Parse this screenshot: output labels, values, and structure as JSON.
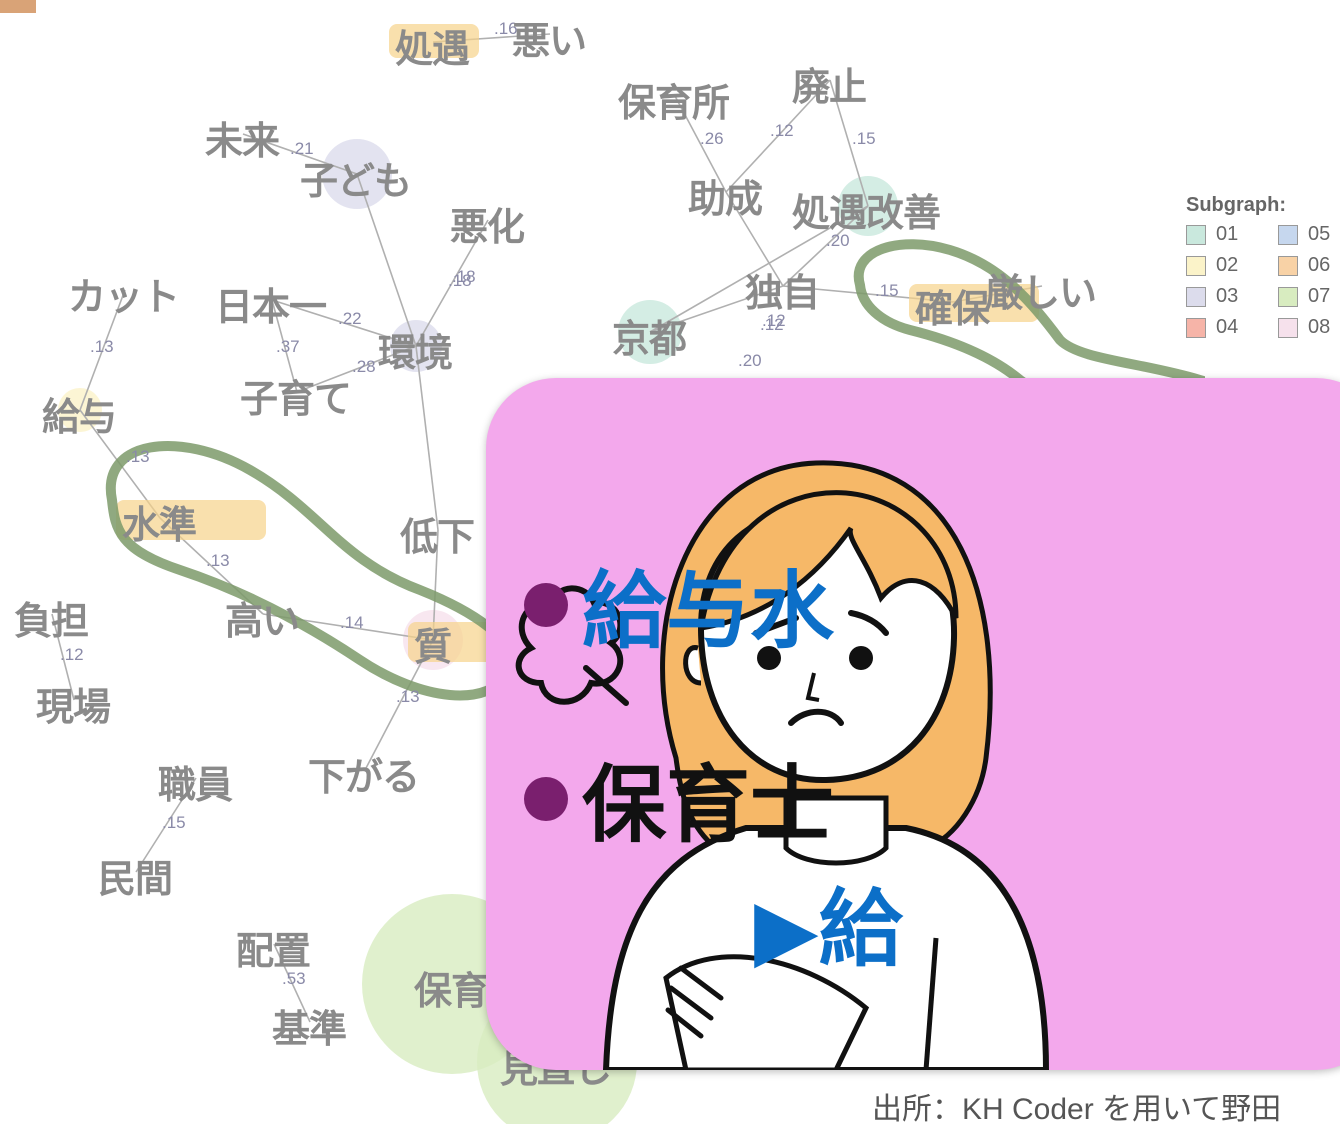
{
  "nodes": [
    {
      "id": "shogu",
      "label": "処遇"
    },
    {
      "id": "warui",
      "label": "悪い"
    },
    {
      "id": "hoikusho",
      "label": "保育所"
    },
    {
      "id": "haishi",
      "label": "廃止"
    },
    {
      "id": "mirai",
      "label": "未来"
    },
    {
      "id": "kodomo",
      "label": "子ども"
    },
    {
      "id": "josei",
      "label": "助成"
    },
    {
      "id": "shogukaizen",
      "label": "処遇改善"
    },
    {
      "id": "akka",
      "label": "悪化"
    },
    {
      "id": "cut",
      "label": "カット"
    },
    {
      "id": "nihonichi",
      "label": "日本一"
    },
    {
      "id": "dokuji",
      "label": "独自"
    },
    {
      "id": "kakuho",
      "label": "確保"
    },
    {
      "id": "kibishii",
      "label": "厳しい"
    },
    {
      "id": "kyoto",
      "label": "京都"
    },
    {
      "id": "kankyo",
      "label": "環境"
    },
    {
      "id": "kosodate",
      "label": "子育て"
    },
    {
      "id": "kyuyo",
      "label": "給与"
    },
    {
      "id": "suijun",
      "label": "水準"
    },
    {
      "id": "teika",
      "label": "低下"
    },
    {
      "id": "futan",
      "label": "負担"
    },
    {
      "id": "takai",
      "label": "高い"
    },
    {
      "id": "shitsu",
      "label": "質"
    },
    {
      "id": "genba",
      "label": "現場"
    },
    {
      "id": "shokuin",
      "label": "職員"
    },
    {
      "id": "sagaru",
      "label": "下がる"
    },
    {
      "id": "minkan",
      "label": "民間"
    },
    {
      "id": "haichi",
      "label": "配置"
    },
    {
      "id": "kijun",
      "label": "基準"
    },
    {
      "id": "hoiku",
      "label": "保育"
    },
    {
      "id": "minaoshi",
      "label": "見直し"
    }
  ],
  "edge_labels": [
    ".16",
    ".26",
    ".12",
    ".15",
    ".21",
    ".20",
    ".18",
    ".12",
    ".15",
    ".18",
    ".22",
    ".37",
    ".28",
    ".12",
    ".20",
    ".13",
    ".13",
    ".13",
    ".14",
    ".12",
    ".13",
    ".15",
    ".53"
  ],
  "legend": {
    "title": "Subgraph:",
    "items": [
      {
        "label": "01",
        "color": "#c9e8dd"
      },
      {
        "label": "05",
        "color": "#c6d7ee"
      },
      {
        "label": "02",
        "color": "#fbf3c9"
      },
      {
        "label": "06",
        "color": "#f8d2a6"
      },
      {
        "label": "03",
        "color": "#dcdcec"
      },
      {
        "label": "07",
        "color": "#d8ecc0"
      },
      {
        "label": "04",
        "color": "#f6b4a8"
      },
      {
        "label": "08",
        "color": "#f6e1ec"
      }
    ]
  },
  "card": {
    "bullet1": "給与水",
    "bullet2": "保育士",
    "bullet3": "▶給"
  },
  "source": "出所：KH Coder を用いて野田"
}
